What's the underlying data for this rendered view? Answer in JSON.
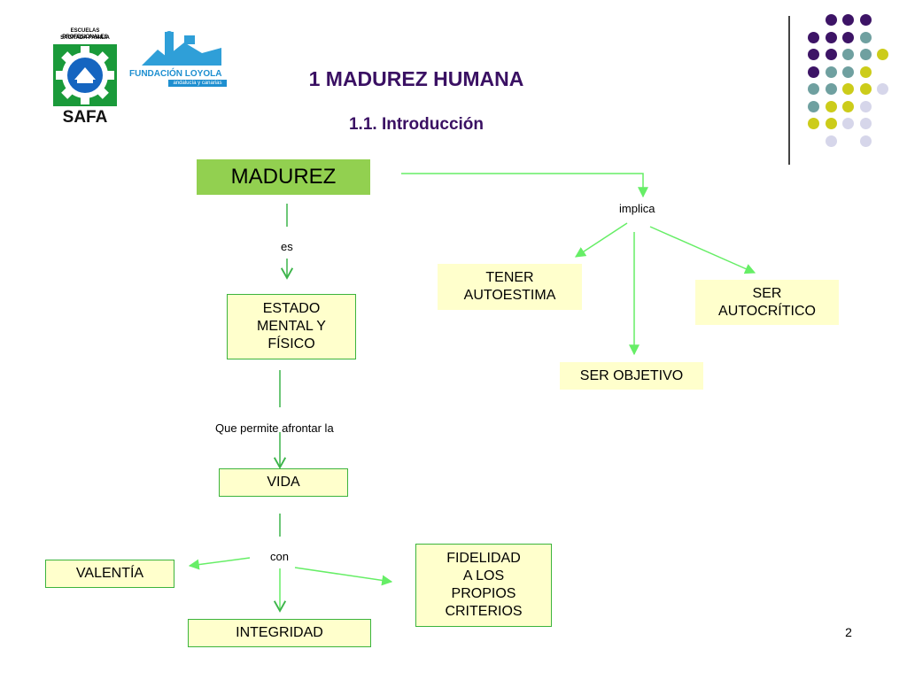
{
  "header": {
    "title": "1 MADUREZ HUMANA",
    "subtitle": "1.1. Introducción"
  },
  "logos": {
    "safa": {
      "line1": "ESCUELAS PROFESIONALES",
      "line2": "SAGRADA  FAMILIA",
      "word": "SAFA"
    },
    "loyola": {
      "name": "FUNDACIÓN LOYOLA",
      "sub": "andalucía y canarias"
    }
  },
  "colors": {
    "title": "#3a1063",
    "main_box": "#92d050",
    "box_fill": "#ffffcc",
    "connector": "#66ee66",
    "dot_purple": "#3d1466",
    "dot_teal": "#6fa0a0",
    "dot_yellow": "#cccc1a",
    "dot_lavender": "#d6d6ea"
  },
  "concept_map": {
    "nodes": {
      "madurez": "MADUREZ",
      "tener_autoestima": "TENER\nAUTOESTIMA",
      "ser_autocritico": "SER\nAUTOCRÍTICO",
      "ser_objetivo": "SER OBJETIVO",
      "estado": "ESTADO\nMENTAL Y\nFÍSICO",
      "vida": "VIDA",
      "valentia": "VALENTÍA",
      "fidelidad": "FIDELIDAD\nA LOS\nPROPIOS\nCRITERIOS",
      "integridad": "INTEGRIDAD"
    },
    "links": {
      "implica": "implica",
      "es": "es",
      "permite": "Que permite afrontar la",
      "con": "con"
    }
  },
  "page_number": "2"
}
